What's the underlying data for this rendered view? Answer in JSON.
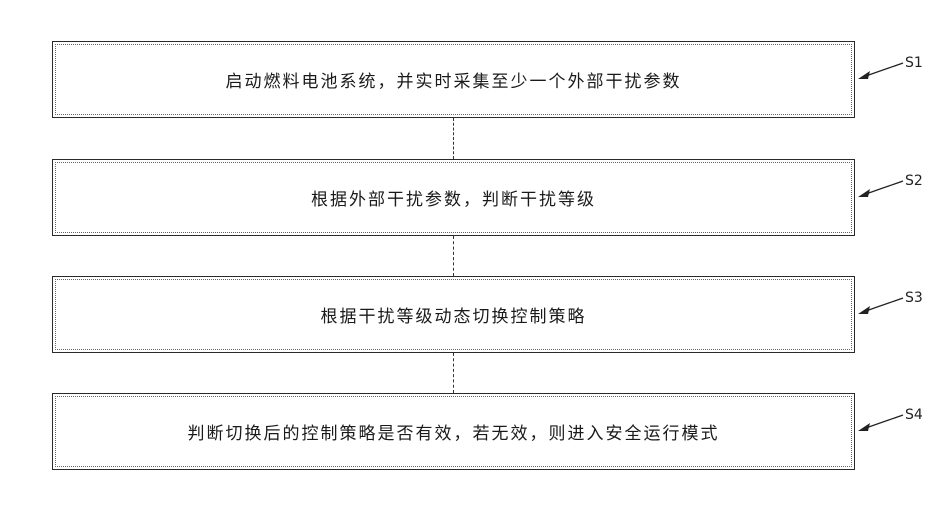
{
  "steps": [
    {
      "id": "S1",
      "text": "启动燃料电池系统，并实时采集至少一个外部干扰参数"
    },
    {
      "id": "S2",
      "text": "根据外部干扰参数，判断干扰等级"
    },
    {
      "id": "S3",
      "text": "根据干扰等级动态切换控制策略"
    },
    {
      "id": "S4",
      "text": "判断切换后的控制策略是否有效，若无效，则进入安全运行模式"
    }
  ]
}
